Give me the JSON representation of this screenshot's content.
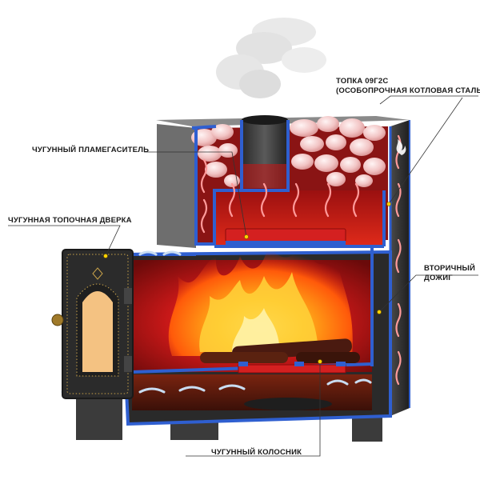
{
  "colors": {
    "frame": "#2f5fd0",
    "heat_red": "#d42020",
    "flame": "#ff9a1a",
    "metal_dark": "#3a3a3a",
    "metal_mid": "#6a6a6a",
    "stone": "#f0b8b8",
    "smoke": "#dcdcdc",
    "arrow_light": "#ff9a9a",
    "arrow_blue": "#c9ddf2",
    "callout": "#333333",
    "dot": "#ffd400"
  },
  "labels": {
    "topka_line1": "ТОПКА 09Г2С",
    "topka_line2": "(ОСОБОПРОЧНАЯ КОТЛОВАЯ СТАЛЬ)",
    "plamegasitel": "ЧУГУННЫЙ ПЛАМЕГАСИТЕЛЬ",
    "dverka": "ЧУГУННАЯ ТОПОЧНАЯ ДВЕРКА",
    "dozhig_line1": "ВТОРИЧНЫЙ",
    "dozhig_line2": "ДОЖИГ",
    "kolosnik": "ЧУГУННЫЙ КОЛОСНИК"
  },
  "icons": [
    "sauna-stove-cutaway-illustration",
    "flame-icon",
    "heat-flow-arrow-icon",
    "air-intake-arrow-icon",
    "sauna-stones",
    "steam-smoke"
  ]
}
